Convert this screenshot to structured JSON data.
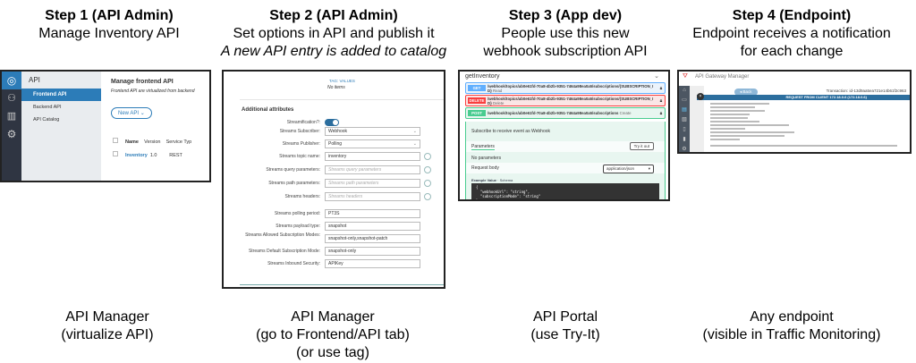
{
  "steps": [
    {
      "title": "Step 1 (API Admin)",
      "lines": [
        "Manage Inventory API"
      ],
      "bottom": [
        "API Manager",
        "(virtualize API)"
      ]
    },
    {
      "title": "Step 2 (API Admin)",
      "lines": [
        "Set options in API and publish it"
      ],
      "italic": "A new API entry is added to catalog",
      "bottom": [
        "API Manager",
        "(go to Frontend/API tab)",
        "(or use tag)"
      ]
    },
    {
      "title": "Step 3 (App dev)",
      "lines": [
        "People use this new",
        "webhook subscription API"
      ],
      "bottom": [
        "API Portal",
        "(use Try-It)"
      ]
    },
    {
      "title": "Step 4 (Endpoint)",
      "lines": [
        "Endpoint receives a notification",
        "for each change"
      ],
      "bottom": [
        "Any endpoint",
        "(visible in Traffic Monitoring)"
      ]
    }
  ],
  "shot1": {
    "section": "API",
    "nav": [
      "Frontend API",
      "Backend API",
      "API Catalog"
    ],
    "heading": "Manage frontend API",
    "subtitle": "Frontend API are virtualized from backend",
    "new_button": "New API",
    "columns": [
      "Name",
      "Version",
      "Service Typ"
    ],
    "row": [
      "Inventory",
      "1.0",
      "REST"
    ],
    "icons": [
      "settings-circle-icon",
      "users-icon",
      "chart-icon",
      "gear-icon"
    ]
  },
  "shot2": {
    "tag": "TAG:",
    "values": "VALUES",
    "no_items": "No items",
    "section": "Additional attributes",
    "fields": [
      {
        "label": "Streamification?:",
        "type": "toggle",
        "on": true
      },
      {
        "label": "Streams Subscriber:",
        "type": "select",
        "value": "Webhook"
      },
      {
        "label": "Streams Publisher:",
        "type": "select",
        "value": "Polling"
      },
      {
        "label": "Streams topic name:",
        "value": "inventory",
        "help": true
      },
      {
        "label": "Streams query parameters:",
        "placeholder": "Streams query parameters",
        "help": true
      },
      {
        "label": "Streams path parameters:",
        "placeholder": "Streams path parameters",
        "help": true
      },
      {
        "label": "Streams headers:",
        "placeholder": "Streams headers",
        "help": true
      },
      {
        "label": "Streams polling period:",
        "value": "PT3S"
      },
      {
        "label": "Streams payload type:",
        "value": "snapshot"
      },
      {
        "label": "Streams Allowed Subscription Modes:",
        "value": "snapshot-only,snapshot-patch"
      },
      {
        "label": "Streams Default Subscription Mode:",
        "value": "snapshot-only"
      },
      {
        "label": "Streams Inbound Security:",
        "value": "APIKey"
      }
    ]
  },
  "shot3": {
    "title": "getInventory",
    "ops": [
      {
        "method": "GET",
        "path": "/webhook/topics/ab0e61fd-70a8-4b2b-9351-7464a98ea0a5/subscriptions/{SUBSCRIPTION_ID}",
        "desc": "Read",
        "color": "#61affe",
        "bg": "#ebf3fb"
      },
      {
        "method": "DELETE",
        "path": "/webhook/topics/ab0e61fd-70a8-4b2b-9351-7464a98ea0a5/subscriptions/{SUBSCRIPTION_ID}",
        "desc": "Delete",
        "color": "#f93e3e",
        "bg": "#fbe6e6"
      },
      {
        "method": "POST",
        "path": "/webhook/topics/ab0e61fd-70a8-4b2b-9351-7464a98ea0a5/subscriptions",
        "desc": "Create",
        "color": "#49cc90",
        "bg": "#e8f6f0"
      }
    ],
    "summary": "Subscribe to receive event as Webhook",
    "params": "Parameters",
    "try": "Try it out",
    "no_params": "No parameters",
    "req_body": "Request body",
    "content_type": "application/json",
    "example": "Example Value",
    "schema": "Schema",
    "code": "{\n  \"webhookUrl\": \"string\",\n  \"subscriptionMode\": \"string\"\n}"
  },
  "shot4": {
    "app": "API Gateway Manager",
    "back": "Back",
    "transaction": "Transaction: id-13d9aa5ea721e14b61f2c963",
    "banner": "REQUEST FROM CLIENT 172.18.0.6 (172.18.0.6)"
  }
}
